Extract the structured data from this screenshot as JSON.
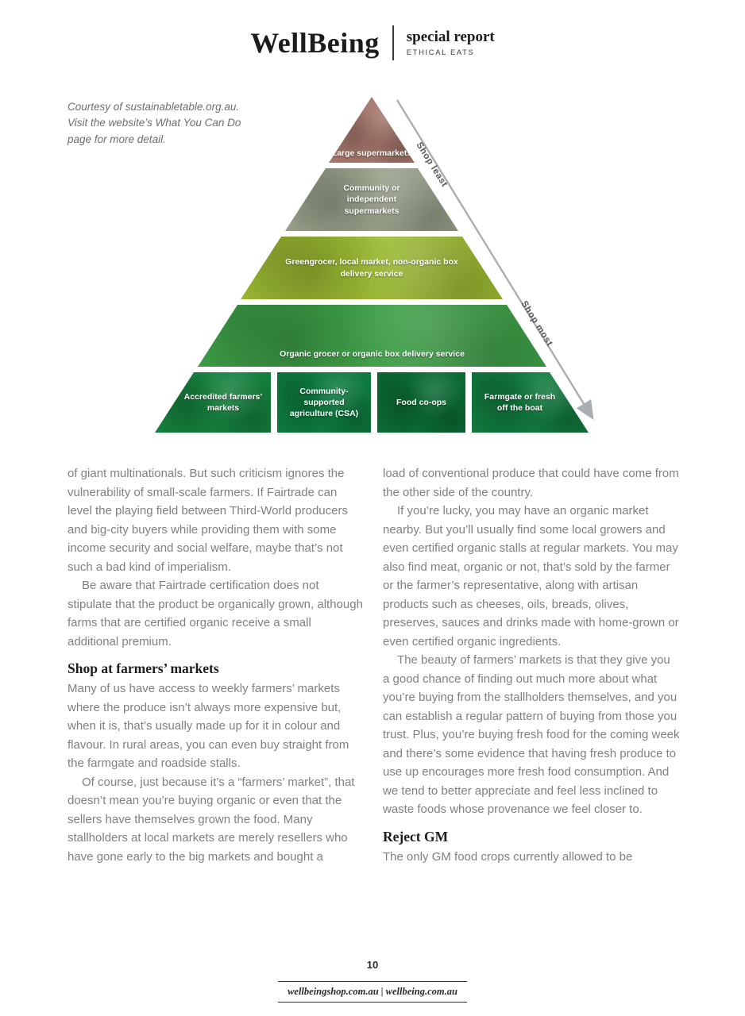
{
  "header": {
    "brand": "WellBeing",
    "report_type": "special report",
    "section": "ETHICAL EATS"
  },
  "caption": {
    "text": "Courtesy of sustainabletable.org.au.\nVisit the website’s What You Can Do\npage for more detail."
  },
  "pyramid": {
    "arrow_top_label": "Shop least",
    "arrow_bottom_label": "Shop most",
    "arrow_color": "#a9aeb2",
    "label_text_color": "#ffffff",
    "levels": [
      {
        "label": "Large supermarkets",
        "color": "#a3766b"
      },
      {
        "label": "Community or independent supermarkets",
        "color": "#99a18b"
      },
      {
        "label": "Greengrocer, local market, non-organic box delivery service",
        "color": "#9fbe33"
      },
      {
        "label": "Organic grocer or organic box delivery service",
        "color": "#3fa449"
      }
    ],
    "base_segments": [
      {
        "label": "Accredited farmers’ markets",
        "color": "#15803d"
      },
      {
        "label": "Community-supported agriculture (CSA)",
        "color": "#0d7a3f"
      },
      {
        "label": "Food co-ops",
        "color": "#0b6b35"
      },
      {
        "label": "Farmgate or fresh off the boat",
        "color": "#117a3e"
      }
    ]
  },
  "columns": {
    "left": [
      {
        "type": "p",
        "indent": false,
        "text": "of giant multinationals. But such criticism ignores the vulnerability of small-scale farmers. If Fairtrade can level the playing field between Third-World producers and big-city buyers while providing them with some income security and social welfare, maybe that’s not such a bad kind of imperialism."
      },
      {
        "type": "p",
        "indent": true,
        "text": "Be aware that Fairtrade certification does not stipulate that the product be organically grown, although farms that are certified organic receive a small additional premium."
      },
      {
        "type": "heading",
        "text": "Shop at farmers’ markets"
      },
      {
        "type": "p",
        "indent": false,
        "text": "Many of us have access to weekly farmers’ markets where the produce isn’t always more expensive but, when it is, that’s usually made up for it in colour and flavour. In rural areas, you can even buy straight from the farmgate and roadside stalls."
      },
      {
        "type": "p",
        "indent": true,
        "text": "Of course, just because it’s a “farmers’ market”, that doesn’t mean you’re buying organic or even that the sellers have themselves grown the food. Many stallholders at local markets are merely resellers who have gone early to the big markets and bought a"
      }
    ],
    "right": [
      {
        "type": "p",
        "indent": false,
        "text": "load of conventional produce that could have come from the other side of the country."
      },
      {
        "type": "p",
        "indent": true,
        "text": "If you’re lucky, you may have an organic market nearby. But you’ll usually find some local growers and even certified organic stalls at regular markets. You may also find meat, organic or not, that’s sold by the farmer or the farmer’s representative, along with artisan products such as cheeses, oils, breads, olives, preserves, sauces and drinks made with home-grown or even certified organic ingredients."
      },
      {
        "type": "p",
        "indent": true,
        "text": "The beauty of farmers’ markets is that they give you a good chance of finding out much more about what you’re buying from the stallholders themselves, and you can establish a regular pattern of buying from those you trust. Plus, you’re buying fresh food for the coming week and there’s some evidence that having fresh produce to use up encourages more fresh food consumption. And we tend to better appreciate and feel less inclined to waste foods whose provenance we feel closer to."
      },
      {
        "type": "heading",
        "text": "Reject GM"
      },
      {
        "type": "p",
        "indent": false,
        "text": "The only GM food crops currently allowed to be"
      }
    ]
  },
  "footer": {
    "page_number": "10",
    "sites": "wellbeingshop.com.au | wellbeing.com.au"
  }
}
